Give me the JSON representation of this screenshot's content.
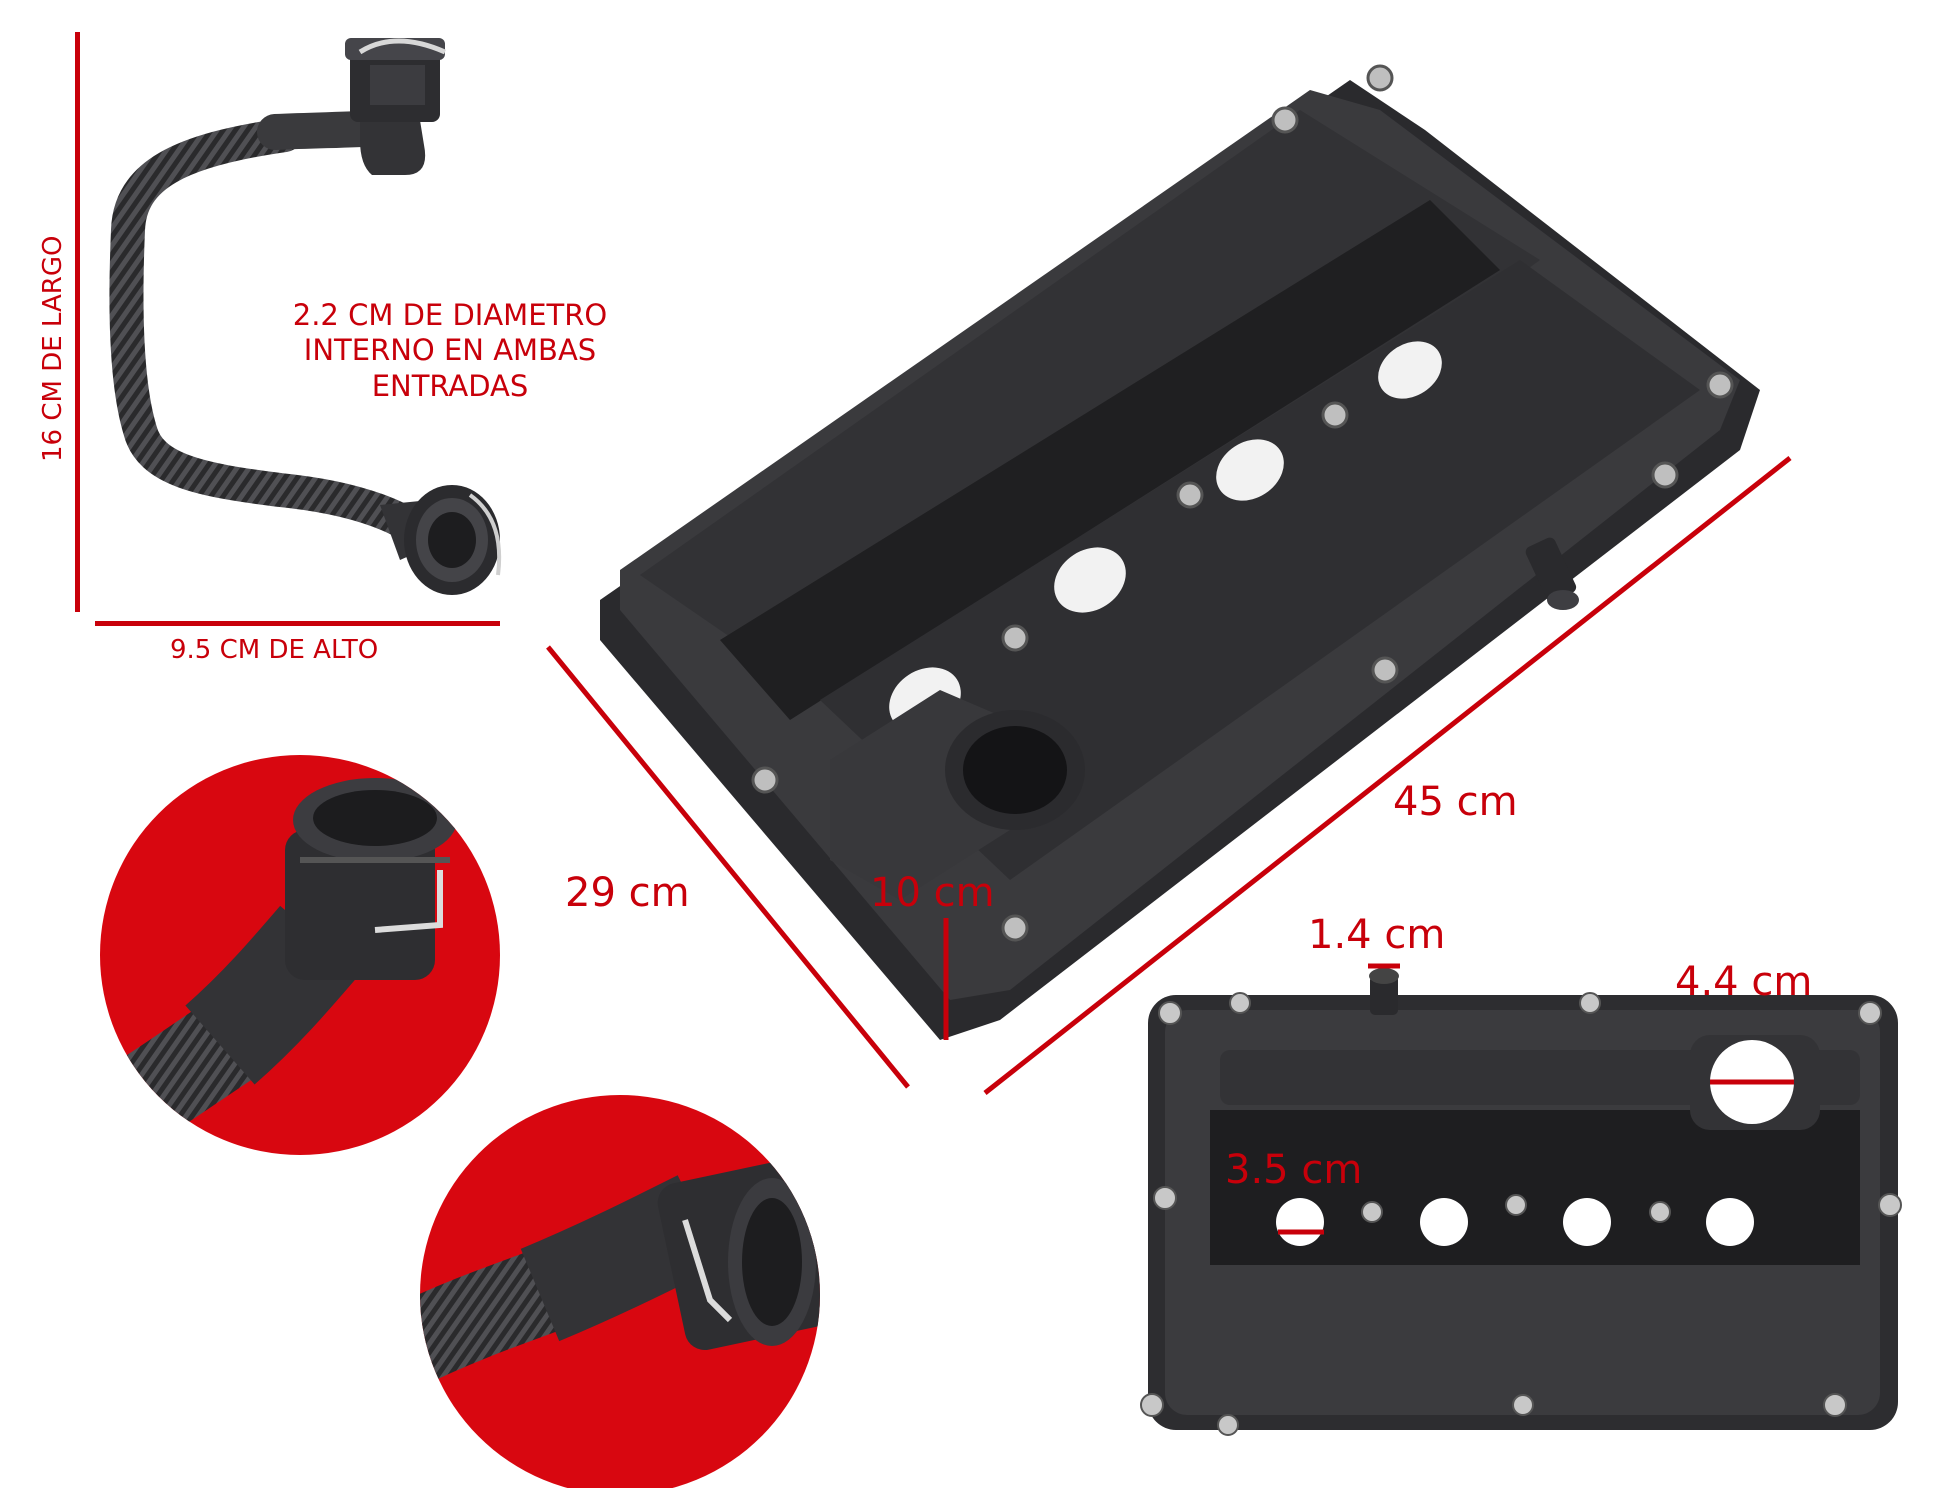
{
  "colors": {
    "accent_red": "#c8000a",
    "part_dark": "#2e2e30",
    "part_mid": "#454548",
    "part_light": "#6a6a6e",
    "background": "#ffffff"
  },
  "hose": {
    "length_label": "16 CM DE LARGO",
    "height_label": "9.5 CM DE ALTO",
    "diameter_label_line1": "2.2 CM DE DIAMETRO",
    "diameter_label_line2": "INTERNO EN AMBAS",
    "diameter_label_line3": "ENTRADAS"
  },
  "cover_main": {
    "length_label": "45 cm",
    "width_label": "29 cm",
    "height_label": "10 cm"
  },
  "cover_top": {
    "port_label": "1.4 cm",
    "oil_cap_label": "4.4 cm",
    "spark_hole_label": "3.5 cm"
  }
}
